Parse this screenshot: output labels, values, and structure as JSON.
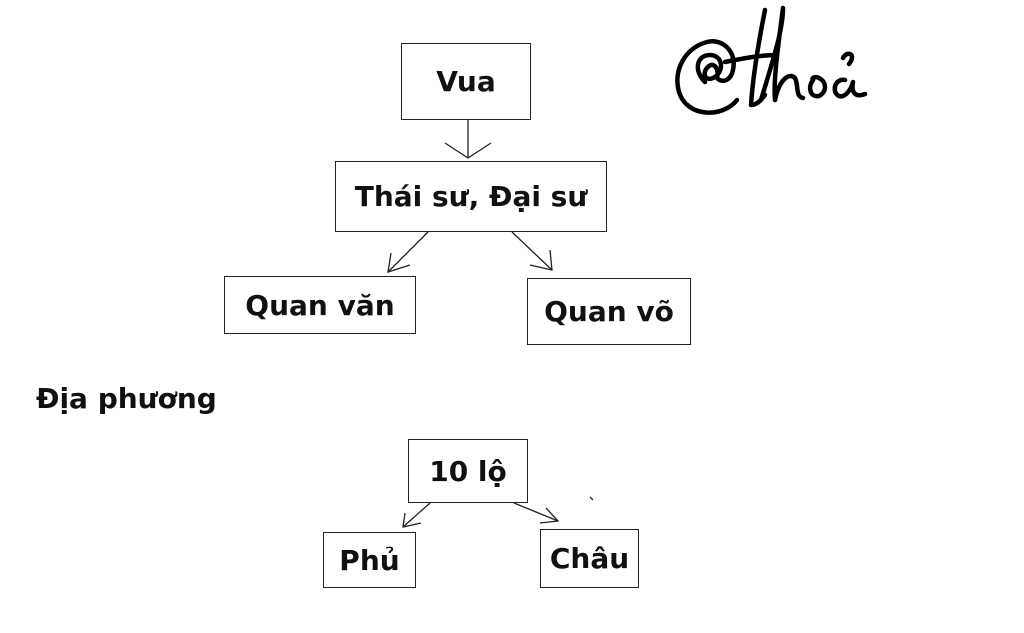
{
  "central": {
    "king": "Vua",
    "council": "Thái sư, Đại sư",
    "civil_officials": "Quan văn",
    "military_officials": "Quan võ"
  },
  "local": {
    "heading": "Địa phương",
    "route": "10 lộ",
    "prefecture": "Phủ",
    "province": "Châu"
  },
  "signature": "@thỏa"
}
